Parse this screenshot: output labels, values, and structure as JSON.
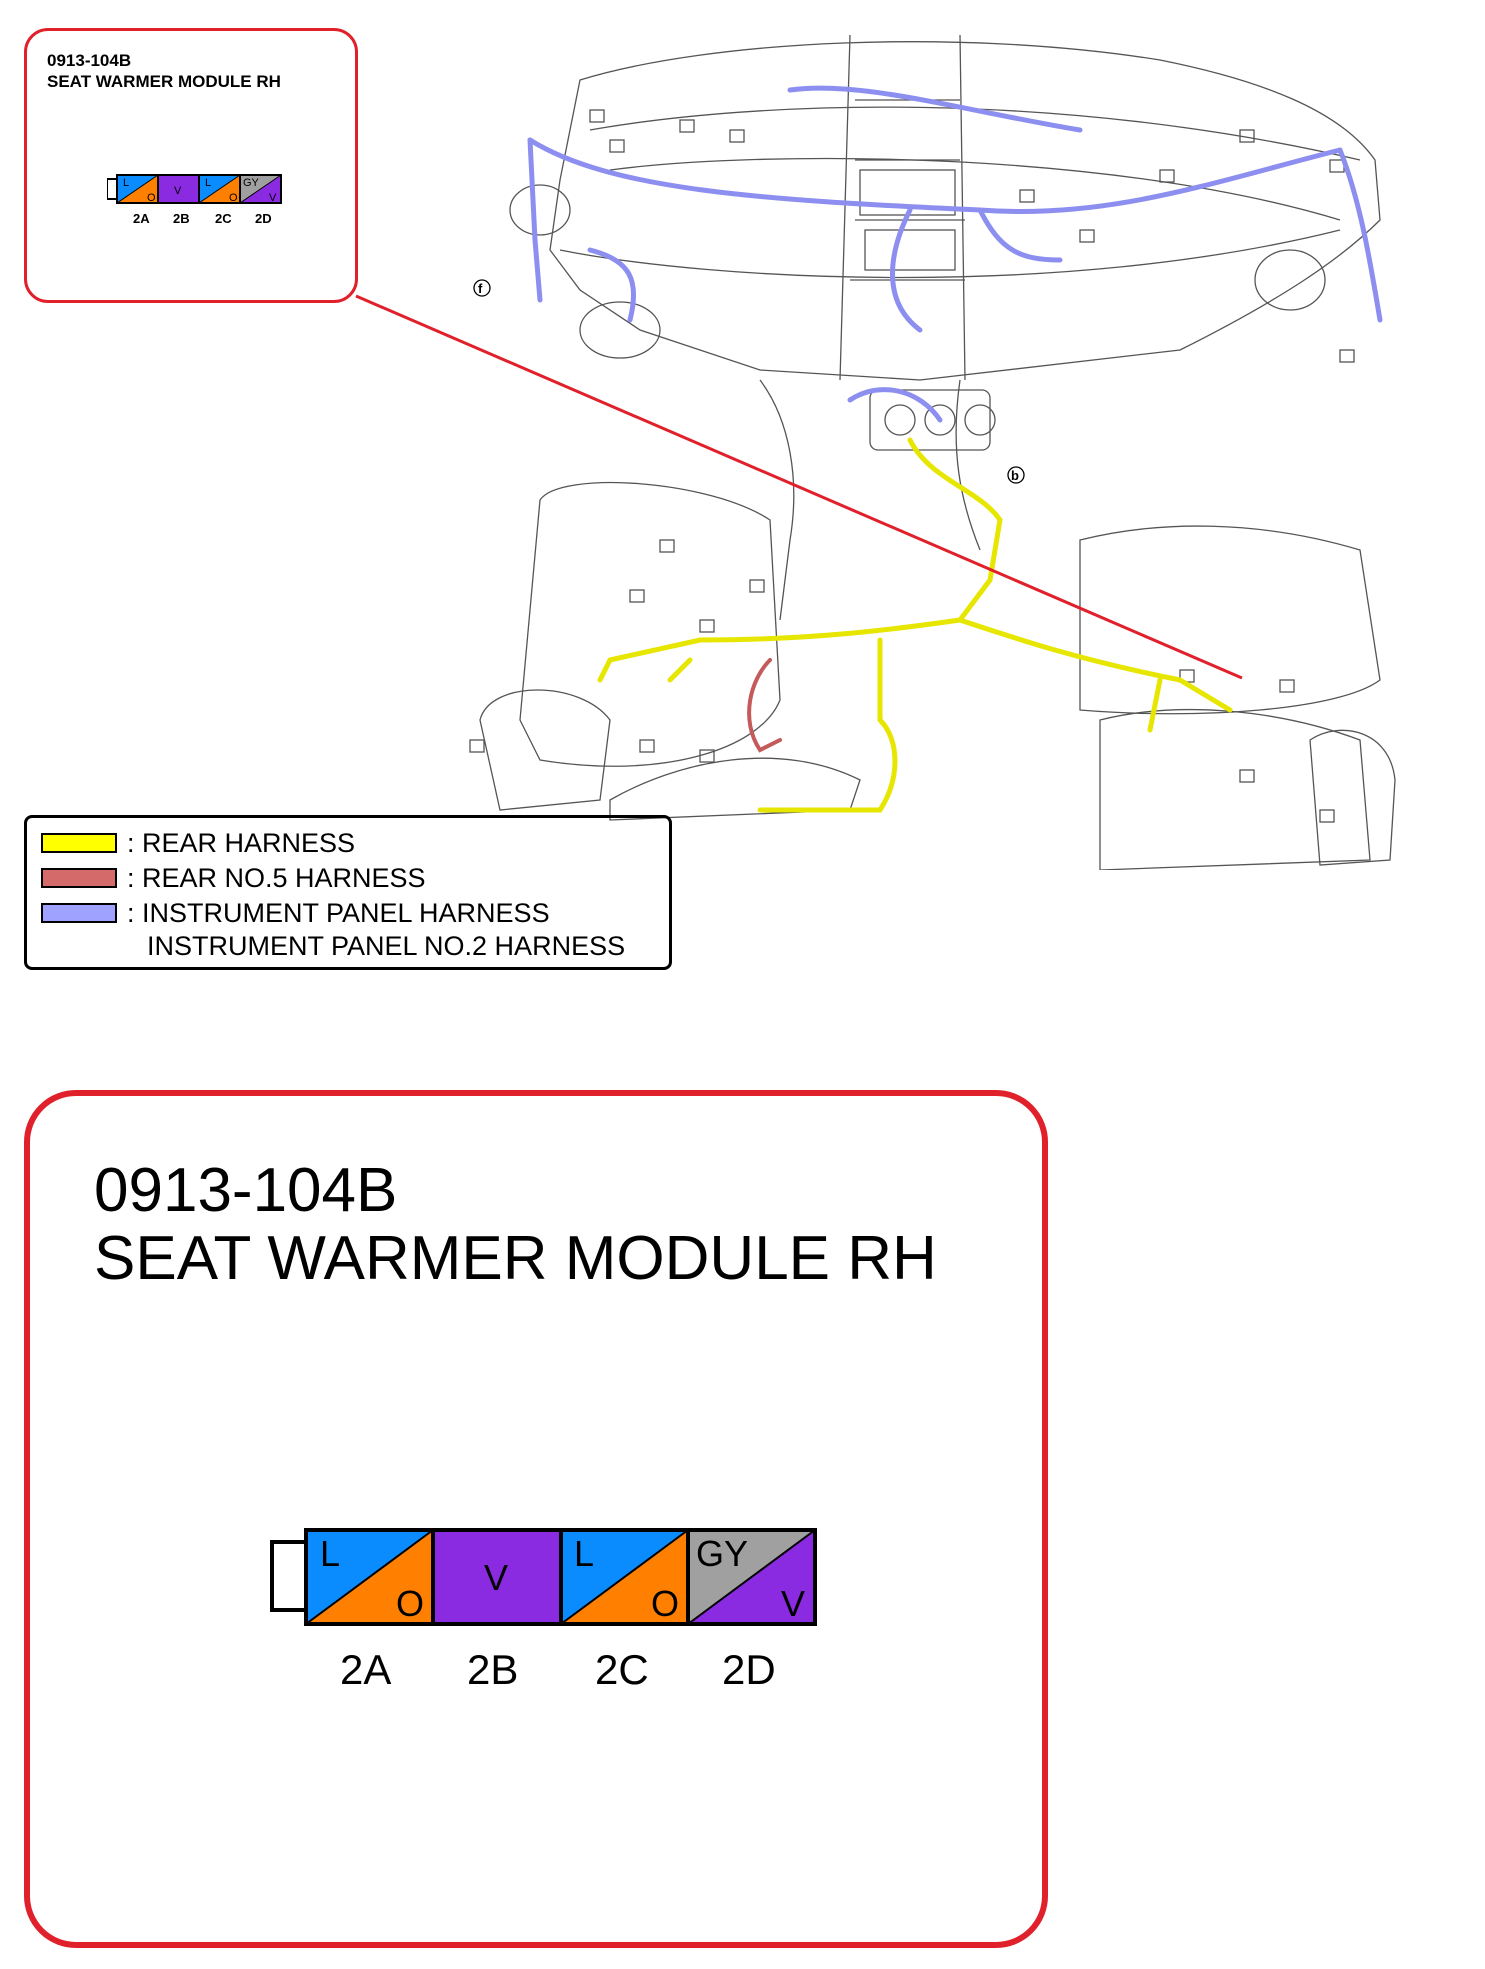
{
  "connector": {
    "code": "0913-104B",
    "name": "SEAT WARMER MODULE RH",
    "pins": [
      {
        "id": "2A",
        "top": "L",
        "bottom": "O",
        "top_color": "#0a8cff",
        "bottom_color": "#ff8000"
      },
      {
        "id": "2B",
        "solid": "V",
        "color": "#8a2be2"
      },
      {
        "id": "2C",
        "top": "L",
        "bottom": "O",
        "top_color": "#0a8cff",
        "bottom_color": "#ff8000"
      },
      {
        "id": "2D",
        "top": "GY",
        "bottom": "V",
        "top_color": "#a0a0a0",
        "bottom_color": "#8a2be2"
      }
    ]
  },
  "legend": {
    "items": [
      {
        "color": "#ffff00",
        "label": ": REAR HARNESS"
      },
      {
        "color": "#d46a6a",
        "label": ": REAR NO.5 HARNESS"
      },
      {
        "color": "#9fa3ff",
        "label": ": INSTRUMENT PANEL HARNESS"
      }
    ],
    "extra_label": "INSTRUMENT PANEL NO.2 HARNESS"
  },
  "diagram_markers": {
    "marker_f": "f",
    "marker_b": "b"
  },
  "colors": {
    "callout_border": "#e0202a",
    "pointer_line": "#e0202a"
  }
}
